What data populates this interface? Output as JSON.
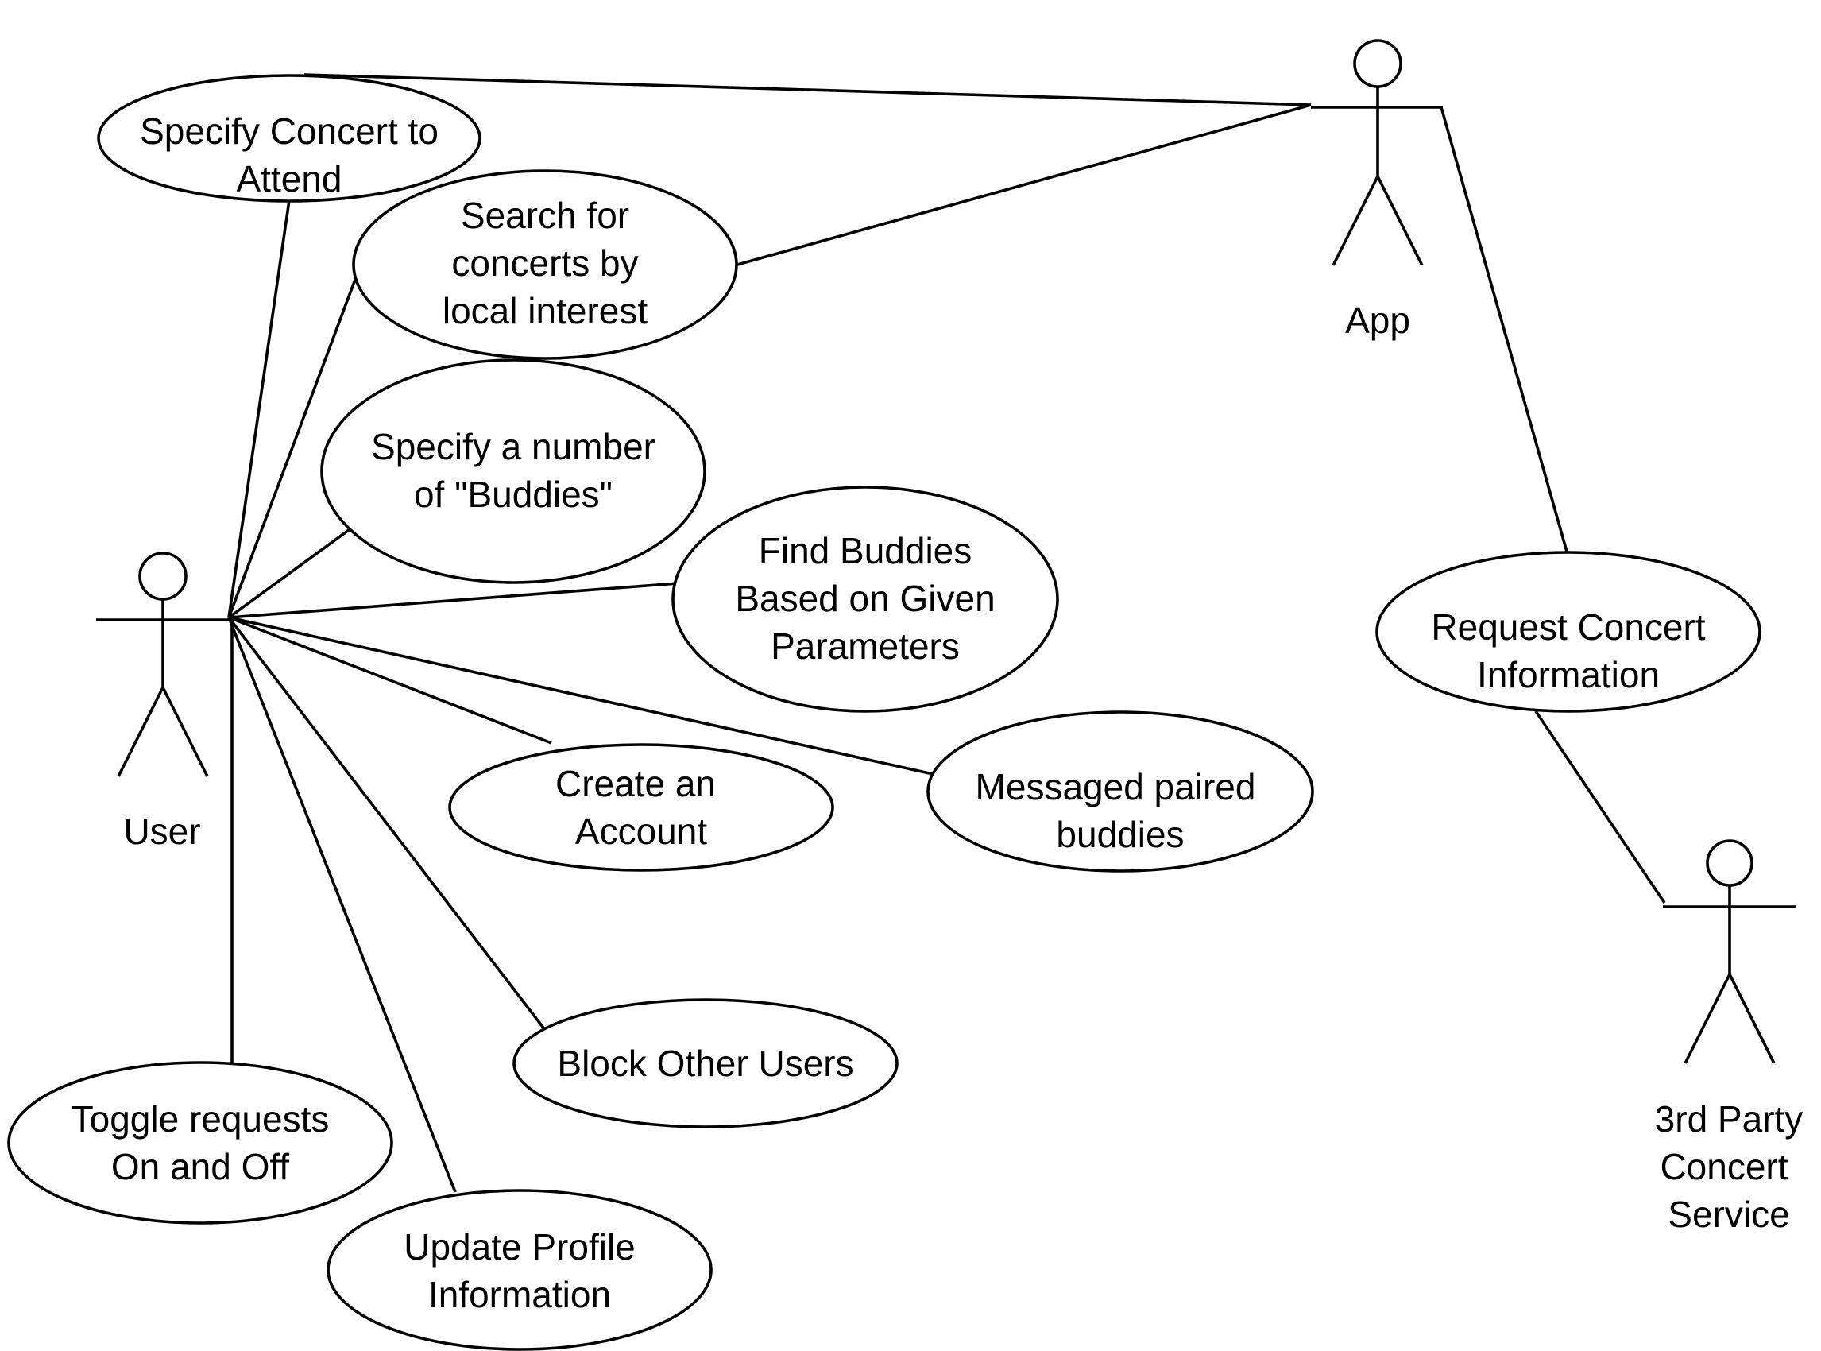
{
  "diagram": {
    "actors": {
      "user": "User",
      "app": "App",
      "service": [
        "3rd Party",
        "Concert",
        "Service"
      ]
    },
    "use_cases": {
      "specify_concert": [
        "Specify Concert to",
        "Attend"
      ],
      "search_concerts": [
        "Search for",
        "concerts by",
        "local interest"
      ],
      "specify_buddies": [
        "Specify a number",
        "of \"Buddies\""
      ],
      "find_buddies": [
        "Find Buddies",
        "Based on Given",
        "Parameters"
      ],
      "create_account": [
        "Create an",
        "Account"
      ],
      "message_buddies": [
        "Messaged paired",
        "buddies"
      ],
      "block_users": [
        "Block Other Users"
      ],
      "toggle_requests": [
        "Toggle requests",
        "On and Off"
      ],
      "update_profile": [
        "Update Profile",
        "Information"
      ],
      "request_info": [
        "Request Concert",
        "Information"
      ]
    }
  }
}
